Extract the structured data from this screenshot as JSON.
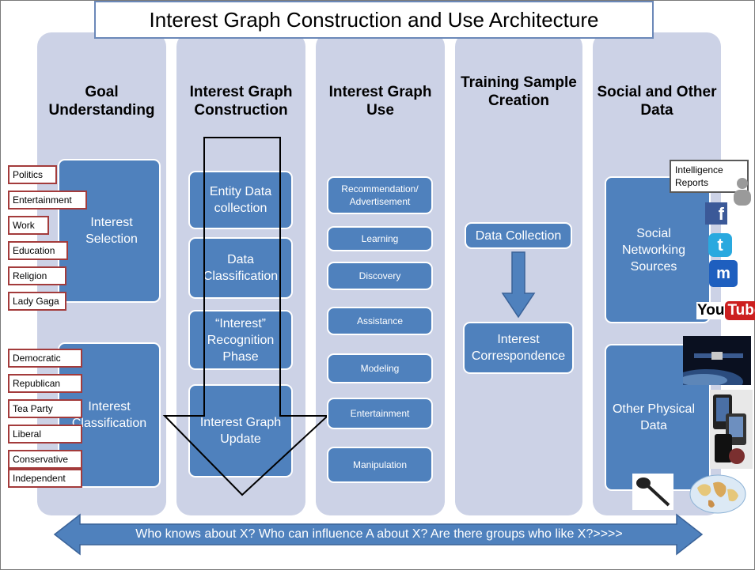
{
  "title": "Interest Graph Construction and Use Architecture",
  "columns": {
    "goal": {
      "heading": "Goal Understanding",
      "boxes": [
        "Interest Selection",
        "Interest Classification"
      ]
    },
    "construction": {
      "heading": "Interest Graph Construction",
      "boxes": [
        "Entity Data collection",
        "Data Classification",
        "“Interest” Recognition Phase",
        "Interest Graph Update"
      ]
    },
    "use": {
      "heading": "Interest Graph Use",
      "boxes": [
        "Recommendation/ Advertisement",
        "Learning",
        "Discovery",
        "Assistance",
        "Modeling",
        "Entertainment",
        "Manipulation"
      ]
    },
    "training": {
      "heading": "Training Sample Creation",
      "boxes": [
        "Data Collection",
        "Interest Correspondence"
      ]
    },
    "social": {
      "heading": "Social and Other Data",
      "boxes": [
        "Social Networking Sources",
        "Other Physical Data"
      ],
      "intel_label": "Intelligence Reports"
    }
  },
  "tags_interest": [
    "Politics",
    "Entertainment",
    "Work",
    "Education",
    "Religion",
    "Lady Gaga"
  ],
  "tags_classification": [
    "Democratic",
    "Republican",
    "Tea Party",
    "Liberal",
    "Conservative",
    "Independent"
  ],
  "social_icons": {
    "facebook": "f",
    "twitter": "t",
    "myspace": "m",
    "youtube_a": "You",
    "youtube_b": "Tube"
  },
  "bottom_arrow_text": "Who knows about X? Who can influence A about X?  Are there groups who like X?>>>>",
  "colors": {
    "column_bg": "#ccd2e6",
    "box_blue": "#4f81bd",
    "tag_border": "#a33b3b",
    "arrow_blue": "#4f81bd"
  }
}
